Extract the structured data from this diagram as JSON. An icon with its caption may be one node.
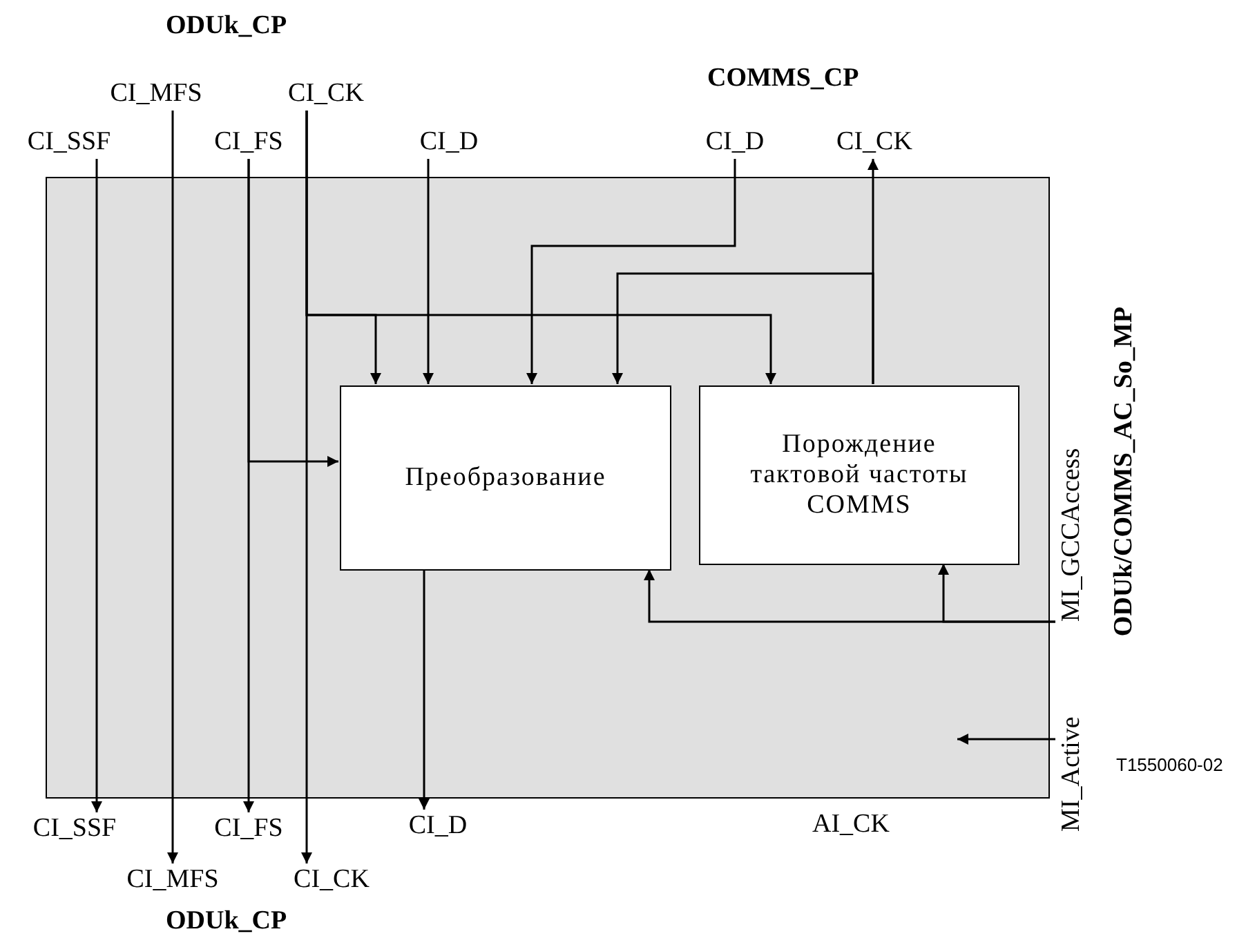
{
  "diagram": {
    "nodes": [
      {
        "text": [],
        "shape": "box"
      },
      {
        "text": [
          "Преобразование"
        ],
        "in": 0
      },
      {
        "text": [
          "Порождение тактовой частоты COMMS"
        ],
        "in": 0
      },
      {
        "text": [
          "CI_MFS"
        ]
      },
      {
        "text": [
          "CI_CK"
        ]
      },
      {
        "text": [
          "CI_SSF"
        ]
      },
      {
        "text": [
          "CI_FS"
        ]
      },
      {
        "text": [
          "CI_D"
        ]
      },
      {
        "text": [
          "CI_D"
        ]
      },
      {
        "text": [
          "CI_CK"
        ]
      },
      {
        "text": [
          "MI_GCCAccess"
        ]
      },
      {
        "text": [
          "MI_Active"
        ]
      },
      {
        "text": [
          "CI_SSF"
        ]
      },
      {
        "text": [
          "CI_FS"
        ]
      },
      {
        "text": [
          "CI_D"
        ]
      },
      {
        "text": [
          "CI_MFS"
        ]
      },
      {
        "text": [
          "CI_CK"
        ]
      }
    ],
    "edges": [
      {
        "from": 5,
        "to": 12,
        "arrow": "to"
      },
      {
        "from": 3,
        "to": 15,
        "arrow": "to"
      },
      {
        "from": 6,
        "to": 13,
        "arrow": "to"
      },
      {
        "from": 4,
        "to": 16,
        "arrow": "to"
      },
      {
        "from": 6,
        "to": 1,
        "arrow": "to"
      },
      {
        "from": 4,
        "to": 1,
        "arrow": "to"
      },
      {
        "from": 4,
        "to": 2,
        "arrow": "to"
      },
      {
        "from": 7,
        "to": 1,
        "arrow": "to"
      },
      {
        "from": 8,
        "to": 1,
        "arrow": "to"
      },
      {
        "from": 2,
        "to": 9,
        "arrow": "to"
      },
      {
        "from": 2,
        "to": 1,
        "arrow": "to"
      },
      {
        "from": 1,
        "to": 14,
        "arrow": "to"
      },
      {
        "from": 10,
        "to": 1,
        "arrow": "to"
      },
      {
        "from": 10,
        "to": 2,
        "arrow": "to"
      },
      {
        "from": 11,
        "to": null,
        "arrow": "to"
      }
    ],
    "labels": [
      "ODUk_CP",
      "COMMS_CP",
      "ODUk_CP",
      "AI_CK",
      "ODUk/COMMS_AC_So_MP",
      "T1550060-02"
    ]
  }
}
